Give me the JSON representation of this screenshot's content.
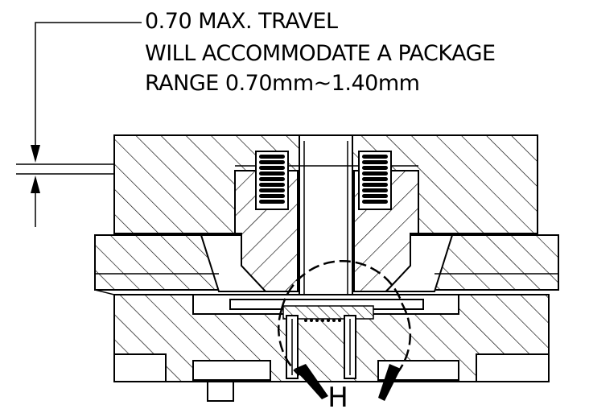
{
  "note": {
    "line1": "0.70 MAX. TRAVEL",
    "line2": "WILL ACCOMMODATE A PACKAGE",
    "line3": "RANGE 0.70mm~1.40mm"
  },
  "detail_label": "H"
}
